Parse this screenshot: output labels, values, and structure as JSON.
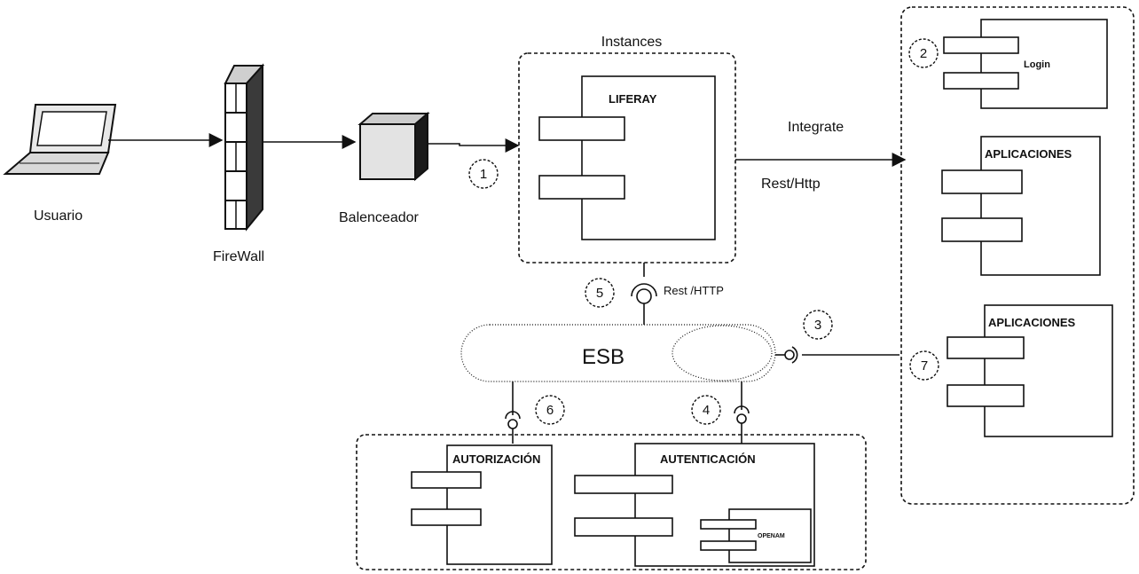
{
  "nodes": {
    "usuario": "Usuario",
    "firewall": "FireWall",
    "balanceador": "Balenceador",
    "instances": "Instances",
    "liferay": "LIFERAY",
    "login": "Login",
    "aplicaciones_1": "APLICACIONES",
    "aplicaciones_2": "APLICACIONES",
    "esb": "ESB",
    "autorizacion": "AUTORIZACIÓN",
    "autenticacion": "AUTENTICACIÓN",
    "openam": "OPENAM"
  },
  "edges": {
    "integrate": "Integrate",
    "rest_http": "Rest/Http",
    "rest_http_esb": "Rest /HTTP"
  },
  "steps": [
    "1",
    "2",
    "3",
    "4",
    "5",
    "6",
    "7"
  ]
}
